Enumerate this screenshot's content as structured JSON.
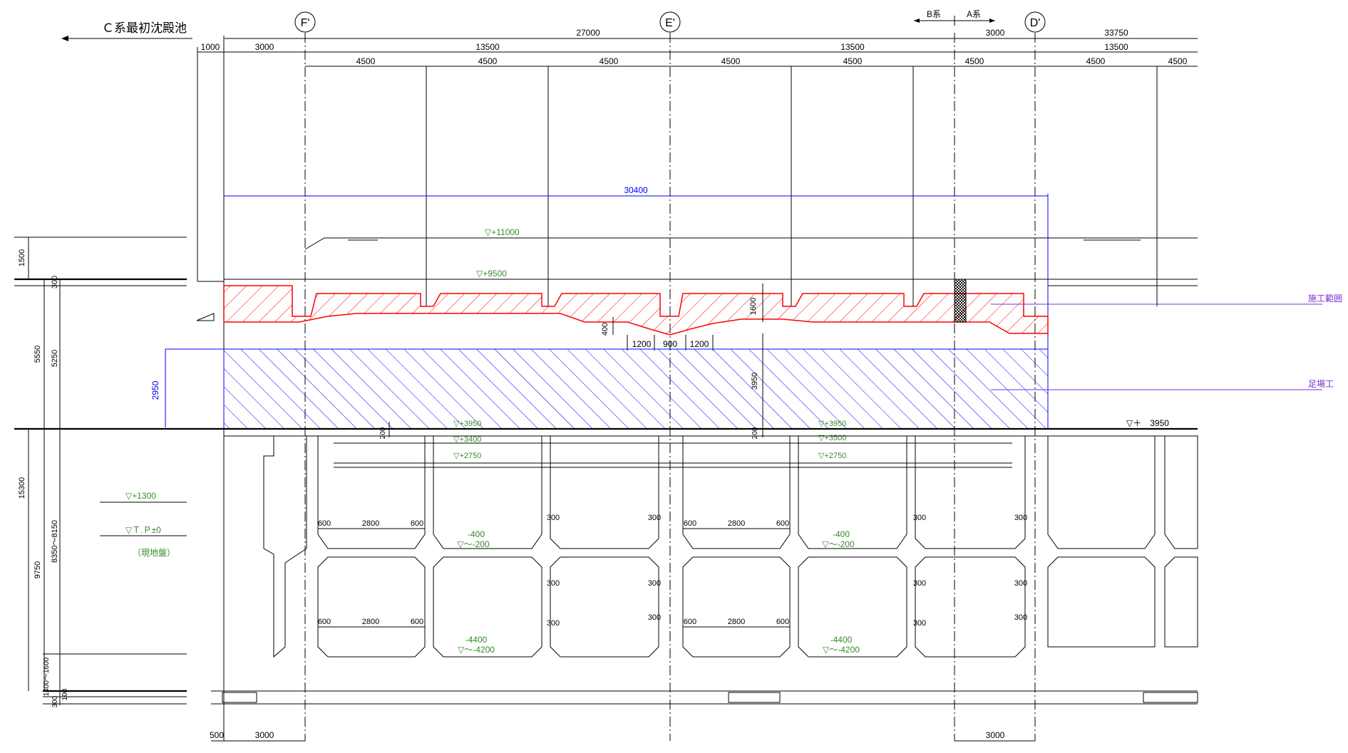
{
  "title": "Ｃ系最初沈殿池",
  "grid_axes": [
    "F'",
    "E'",
    "D'"
  ],
  "system_labels": {
    "b": "B系",
    "a": "A系"
  },
  "top_dims": {
    "row1": [
      "27000",
      "3000",
      "33750"
    ],
    "row2": [
      "1000",
      "3000",
      "13500",
      "13500",
      "13500"
    ],
    "row3": [
      "4500",
      "4500",
      "4500",
      "4500",
      "4500",
      "4500",
      "4500",
      "4500"
    ]
  },
  "span_blue": "30400",
  "left_dims": [
    "1500",
    "300",
    "5550",
    "5250",
    "2950",
    "15300",
    "9750",
    "8350～8150",
    "1400～1600",
    "100",
    "300"
  ],
  "levels": {
    "l11000": "▽+11000",
    "l9500": "▽+9500",
    "l3950a": "▽+3950",
    "l3400a": "▽+3400",
    "l2750a": "▽+2750",
    "l3950b": "▽+3950",
    "l3500b": "▽+3500",
    "l2750b": "▽+2750",
    "l3950c": "▽＋　3950",
    "l1300": "▽+1300",
    "ltp": "▽Ｔ.Ｐ±0",
    "ground": "（現地盤）",
    "m400a": "-400",
    "m200a": "▽～-200",
    "m400b": "-400",
    "m200b": "▽～-200",
    "m4400a": "-4400",
    "m4200a": "▽～-4200",
    "m4400b": "-4400",
    "m4200b": "▽～-4200"
  },
  "inner_dims": {
    "d400": "400",
    "d1600": "1600",
    "d3950": "3950",
    "d200a": "200",
    "d200b": "200",
    "h1200a": "1200",
    "h900": "900",
    "h1200b": "1200",
    "d600": "600",
    "d2800": "2800",
    "d300": "300"
  },
  "legend": {
    "construction": "施工範囲",
    "scaffold": "足場工"
  },
  "bottom_dims": [
    "500",
    "3000",
    "3000"
  ],
  "colors": {
    "construction_hatch": "#ff0000",
    "scaffold_hatch": "#0000ff",
    "dim_blue": "#0000ff",
    "level_green": "#3a8a2e",
    "leader_purple": "#7a2fd6"
  }
}
